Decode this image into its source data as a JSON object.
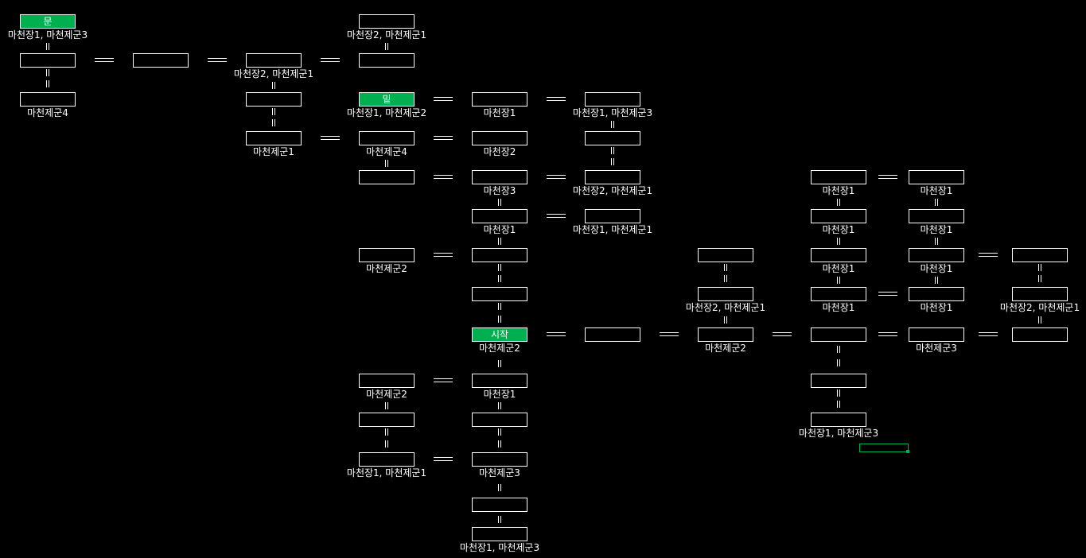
{
  "colors": {
    "background": "#000000",
    "box_border": "#ffffff",
    "highlight": "#00b050"
  },
  "nodes": [
    {
      "id": "A1",
      "highlight": true,
      "text": "문",
      "label": "마천장1, 마천제군3"
    },
    {
      "id": "A2",
      "text": "",
      "label": ""
    },
    {
      "id": "A3",
      "text": "",
      "label": "마천제군4"
    },
    {
      "id": "B2",
      "text": "",
      "label": ""
    },
    {
      "id": "C2",
      "text": "",
      "label": "마천장2, 마천제군1"
    },
    {
      "id": "C3",
      "text": "",
      "label": ""
    },
    {
      "id": "C4",
      "text": "",
      "label": "마천제군1"
    },
    {
      "id": "D1",
      "text": "",
      "label": "마천장2, 마천제군1"
    },
    {
      "id": "D2",
      "text": "",
      "label": ""
    },
    {
      "id": "D3",
      "highlight": true,
      "text": "밑",
      "label": "마천장1, 마천제군2"
    },
    {
      "id": "D4",
      "text": "",
      "label": "마천제군4"
    },
    {
      "id": "D5",
      "text": "",
      "label": ""
    },
    {
      "id": "D7",
      "text": "",
      "label": "마천제군2"
    },
    {
      "id": "D11",
      "text": "",
      "label": "마천제군2"
    },
    {
      "id": "D12",
      "text": "",
      "label": ""
    },
    {
      "id": "D13",
      "text": "",
      "label": "마천장1, 마천제군1"
    },
    {
      "id": "E3",
      "text": "",
      "label": "마천장1"
    },
    {
      "id": "E4",
      "text": "",
      "label": "마천장2"
    },
    {
      "id": "E5",
      "text": "",
      "label": "마천장3"
    },
    {
      "id": "E6",
      "text": "",
      "label": "마천장1"
    },
    {
      "id": "E7",
      "text": "",
      "label": ""
    },
    {
      "id": "E8",
      "text": "",
      "label": ""
    },
    {
      "id": "E9",
      "highlight": true,
      "text": "시작",
      "label": "마천제군2"
    },
    {
      "id": "E11",
      "text": "",
      "label": "마천장1"
    },
    {
      "id": "E12",
      "text": "",
      "label": ""
    },
    {
      "id": "E13",
      "text": "",
      "label": "마천제군3"
    },
    {
      "id": "E14",
      "text": "",
      "label": ""
    },
    {
      "id": "E15",
      "text": "",
      "label": "마천장1, 마천제군3"
    },
    {
      "id": "F3",
      "text": "",
      "label": "마천장1, 마천제군3"
    },
    {
      "id": "F4",
      "text": "",
      "label": ""
    },
    {
      "id": "F5",
      "text": "",
      "label": "마천장2, 마천제군1"
    },
    {
      "id": "F6",
      "text": "",
      "label": "마천장1, 마천제군1"
    },
    {
      "id": "F9",
      "text": "",
      "label": ""
    },
    {
      "id": "G7",
      "text": "",
      "label": ""
    },
    {
      "id": "G8",
      "text": "",
      "label": "마천장2, 마천제군1"
    },
    {
      "id": "G9",
      "text": "",
      "label": "마천제군2"
    },
    {
      "id": "H5",
      "text": "",
      "label": "마천장1"
    },
    {
      "id": "H6",
      "text": "",
      "label": "마천장1"
    },
    {
      "id": "H7",
      "text": "",
      "label": "마천장1"
    },
    {
      "id": "H8",
      "text": "",
      "label": "마천장1"
    },
    {
      "id": "H9",
      "text": "",
      "label": ""
    },
    {
      "id": "H11",
      "text": "",
      "label": ""
    },
    {
      "id": "H12",
      "text": "",
      "label": "마천장1, 마천제군3"
    },
    {
      "id": "I5",
      "text": "",
      "label": "마천장1"
    },
    {
      "id": "I6",
      "text": "",
      "label": "마천장1"
    },
    {
      "id": "I7",
      "text": "",
      "label": "마천장1"
    },
    {
      "id": "I8",
      "text": "",
      "label": "마천장1"
    },
    {
      "id": "I9",
      "text": "",
      "label": "마천제군3"
    },
    {
      "id": "J7",
      "text": "",
      "label": ""
    },
    {
      "id": "J8",
      "text": "",
      "label": "마천장2, 마천제군1"
    },
    {
      "id": "J9",
      "text": "",
      "label": ""
    }
  ],
  "edges": [
    [
      "A1",
      "A2"
    ],
    [
      "A2",
      "A3"
    ],
    [
      "A2",
      "B2"
    ],
    [
      "B2",
      "C2"
    ],
    [
      "C2",
      "D2"
    ],
    [
      "C2",
      "C3"
    ],
    [
      "C3",
      "C4"
    ],
    [
      "C4",
      "D4"
    ],
    [
      "D1",
      "D2"
    ],
    [
      "D3",
      "E3"
    ],
    [
      "E3",
      "F3"
    ],
    [
      "F3",
      "F4"
    ],
    [
      "F4",
      "F5"
    ],
    [
      "D4",
      "E4"
    ],
    [
      "D4",
      "D5"
    ],
    [
      "D5",
      "E5"
    ],
    [
      "E5",
      "F5"
    ],
    [
      "E5",
      "E6"
    ],
    [
      "E6",
      "F6"
    ],
    [
      "E6",
      "E7"
    ],
    [
      "D7",
      "E7"
    ],
    [
      "E7",
      "E8"
    ],
    [
      "E8",
      "E9"
    ],
    [
      "E9",
      "F9"
    ],
    [
      "F9",
      "G9"
    ],
    [
      "G9",
      "H9"
    ],
    [
      "H9",
      "I9"
    ],
    [
      "I9",
      "J9"
    ],
    [
      "G7",
      "G8"
    ],
    [
      "G8",
      "G9"
    ],
    [
      "H5",
      "I5"
    ],
    [
      "H5",
      "H6"
    ],
    [
      "I5",
      "I6"
    ],
    [
      "H6",
      "H7"
    ],
    [
      "I6",
      "I7"
    ],
    [
      "H7",
      "H8"
    ],
    [
      "I7",
      "I8"
    ],
    [
      "H8",
      "I8"
    ],
    [
      "I7",
      "J7"
    ],
    [
      "J7",
      "J8"
    ],
    [
      "J8",
      "J9"
    ],
    [
      "H9",
      "H11"
    ],
    [
      "H11",
      "H12"
    ],
    [
      "E9",
      "E11"
    ],
    [
      "D11",
      "E11"
    ],
    [
      "D11",
      "D12"
    ],
    [
      "D12",
      "D13"
    ],
    [
      "D13",
      "E13"
    ],
    [
      "E11",
      "E12"
    ],
    [
      "E12",
      "E13"
    ],
    [
      "E13",
      "E14"
    ],
    [
      "E14",
      "E15"
    ]
  ]
}
